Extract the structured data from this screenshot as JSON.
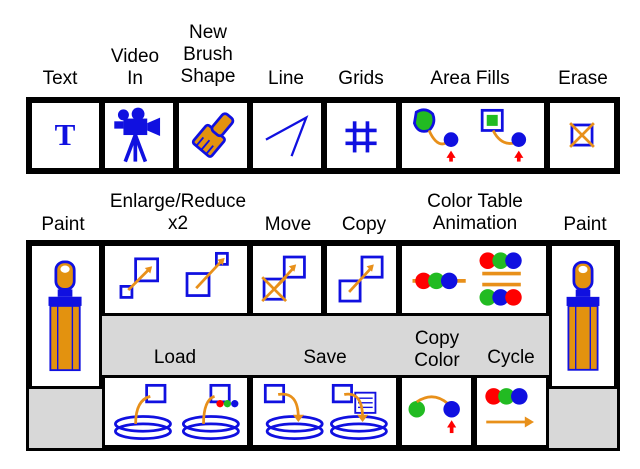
{
  "labels": {
    "text": "Text",
    "video_in": "Video\nIn",
    "new_brush_shape": "New\nBrush\nShape",
    "line": "Line",
    "grids": "Grids",
    "area_fills": "Area Fills",
    "erase": "Erase",
    "paint_left": "Paint",
    "enlarge_reduce": "Enlarge/Reduce\nx2",
    "move": "Move",
    "copy": "Copy",
    "color_table_animation": "Color Table\nAnimation",
    "paint_right": "Paint",
    "load": "Load",
    "save": "Save",
    "copy_color": "Copy\nColor",
    "cycle": "Cycle"
  },
  "glyphs": {
    "text_tool": "T"
  },
  "colors": {
    "panel_bg": "#d8d8d8",
    "icon_blue": "#1010e0",
    "icon_orange": "#e8901a",
    "paint_orange": "#e3920f",
    "arrow_red": "#ff0000",
    "fill_green": "#22bb22"
  }
}
